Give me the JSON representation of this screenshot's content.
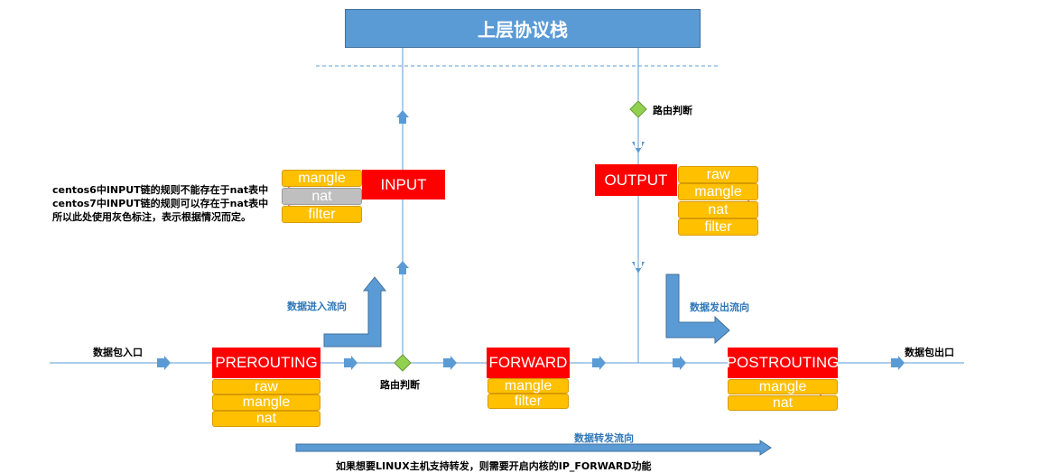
{
  "top_box": "上层协议栈",
  "chains": {
    "input": "INPUT",
    "output": "OUTPUT",
    "prerouting": "PREROUTING",
    "forward": "FORWARD",
    "postrouting": "POSTROUTING"
  },
  "tables": {
    "input": [
      "mangle",
      "nat",
      "filter"
    ],
    "output": [
      "raw",
      "mangle",
      "nat",
      "filter"
    ],
    "prerouting": [
      "raw",
      "mangle",
      "nat"
    ],
    "forward": [
      "mangle",
      "filter"
    ],
    "postrouting": [
      "mangle",
      "nat"
    ]
  },
  "labels": {
    "routing_decision_top": "路由判断",
    "routing_decision_bottom": "路由判断",
    "packet_in": "数据包入口",
    "packet_out": "数据包出口",
    "flow_in": "数据进入流向",
    "flow_out": "数据发出流向",
    "flow_forward": "数据转发流向",
    "forward_note": "如果想要LINUX主机支持转发，则需要开启内核的IP_FORWARD功能"
  },
  "note_lines": [
    "centos6中INPUT链的规则不能存在于nat表中",
    "centos7中INPUT链的规则可以存在于nat表中",
    "所以此处使用灰色标注，表示根据情况而定。"
  ],
  "colors": {
    "chain": "#ff0000",
    "table": "#ffc000",
    "table_disabled": "#bfbfbf",
    "line": "#5b9bd5",
    "top_box": "#5b9bd5",
    "diamond": "#92d050"
  }
}
